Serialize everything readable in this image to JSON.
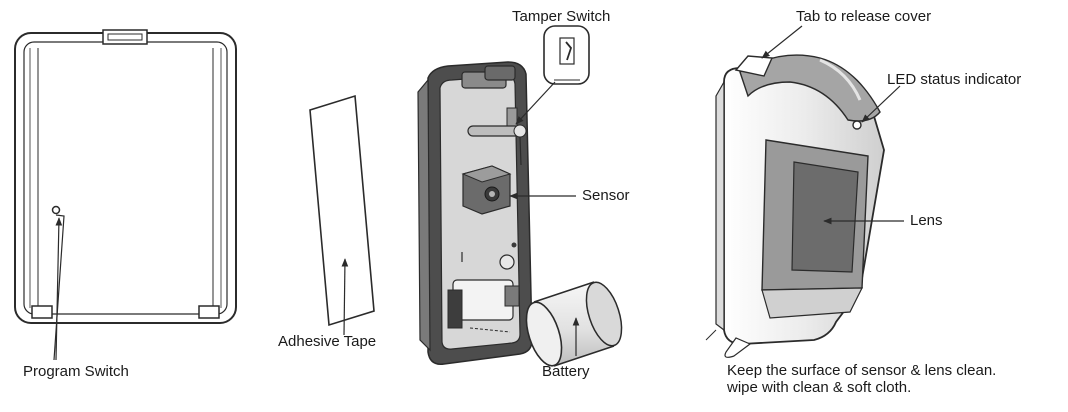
{
  "colors": {
    "line": "#2b2b2b",
    "body_gray": "#c8c8c8",
    "dark_gray": "#5a5a5a",
    "light_fill": "#f4f4f4"
  },
  "labels": {
    "program_switch": "Program Switch",
    "adhesive_tape": "Adhesive Tape",
    "tamper_switch": "Tamper Switch",
    "sensor": "Sensor",
    "battery": "Battery",
    "tab_release": "Tab to release cover",
    "led_status": "LED status indicator",
    "lens": "Lens"
  },
  "care_note": {
    "line1": "Keep the surface of sensor & lens clean.",
    "line2": "wipe with clean & soft cloth."
  }
}
